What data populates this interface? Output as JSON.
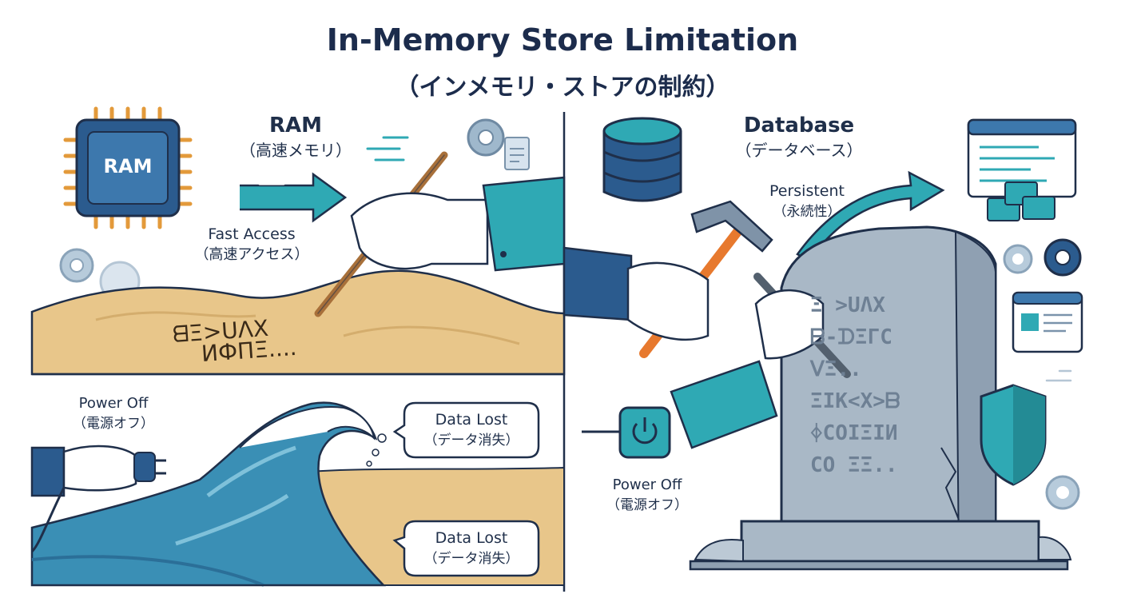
{
  "title": {
    "line1": "In-Memory Store Limitation",
    "line2": "（インメモリ・ストアの制約）"
  },
  "left": {
    "chip_label": "RAM",
    "ram": {
      "en": "RAM",
      "jp": "（高速メモリ）"
    },
    "fast": {
      "en": "Fast Access",
      "jp": "（高速アクセス）"
    },
    "sand_text": {
      "line1": "ᗺΞ>UΛX",
      "line2": "ИФΠΞ...."
    },
    "power": {
      "en": "Power Off",
      "jp": "（電源オフ）"
    },
    "lost1": {
      "en": "Data Lost",
      "jp": "（データ消失）"
    },
    "lost2": {
      "en": "Data Lost",
      "jp": "（データ消失）"
    }
  },
  "right": {
    "database": {
      "en": "Database",
      "jp": "（データベース）"
    },
    "persistent": {
      "en": "Persistent",
      "jp": "（永続性）"
    },
    "power": {
      "en": "Power Off",
      "jp": "（電源オフ）"
    },
    "stone_lines": [
      "Ξ >UΛX",
      "ᗷ-ᗪΞΓC",
      "ᐯΞ..",
      "ΞΙK<Χ>ᗷ",
      "ᛄCОΙΞΙИ",
      "CО ΞΞ.."
    ]
  },
  "colors": {
    "teal": "#2fa9b4",
    "navy": "#2b5b8e",
    "sand": "#e8c68a",
    "wave": "#3a8fb5",
    "stone": "#a9b8c6"
  }
}
